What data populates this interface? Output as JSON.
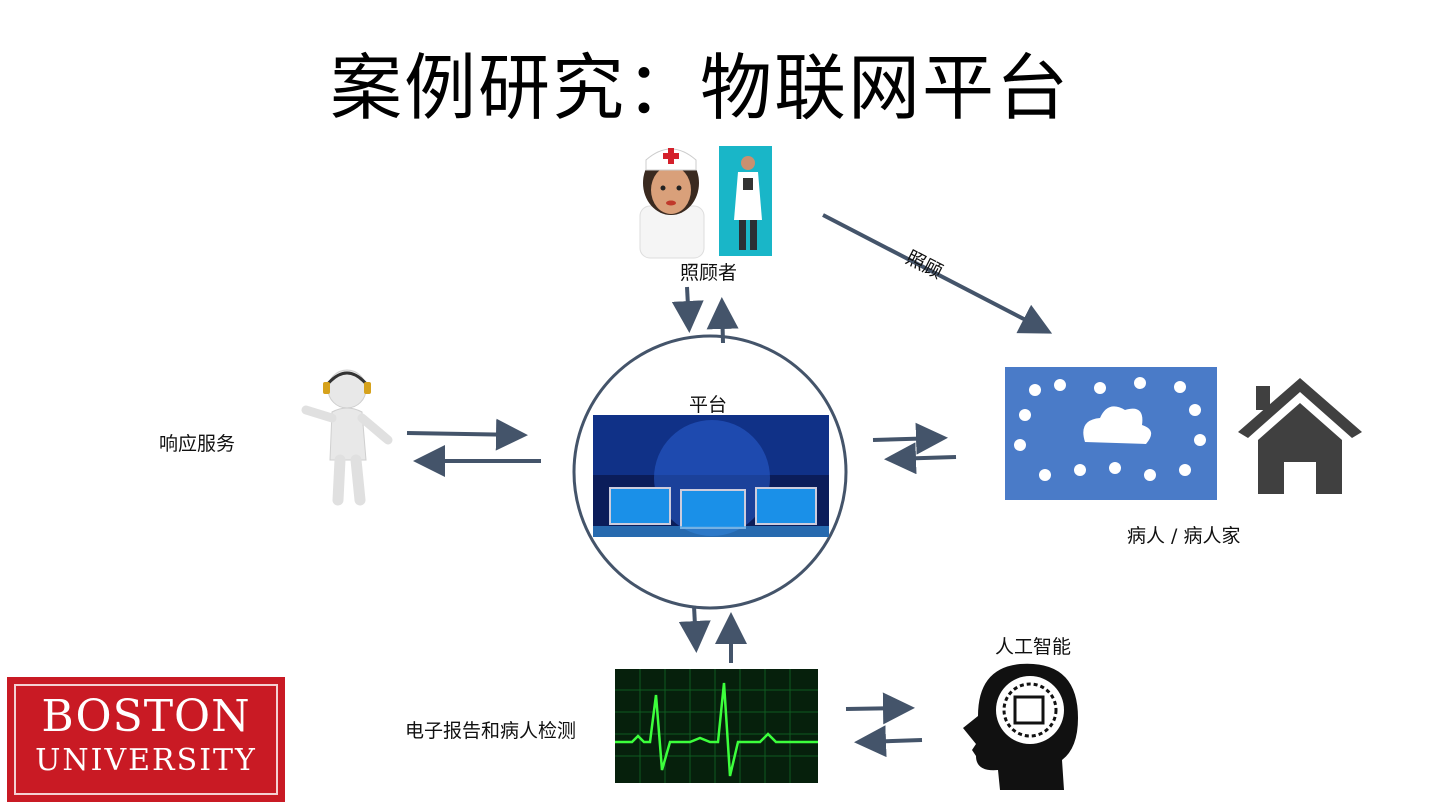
{
  "slide": {
    "title": "案例研究：物联网平台"
  },
  "nodes": {
    "caregiver_label": "照顾者",
    "care_arrow_label": "照顾",
    "platform_label": "平台",
    "response_label": "响应服务",
    "patient_label": "病人 / 病人家",
    "ehr_label": "电子报告和病人检测",
    "ai_label": "人工智能"
  },
  "logo": {
    "line1": "BOSTON",
    "line2": "UNIVERSITY"
  },
  "colors": {
    "arrow": "#44546a",
    "circle": "#44546a",
    "iot_panel": "#4a7bc8",
    "house": "#404040",
    "ecg_line": "#3cff3c",
    "bu_red": "#c91a24"
  }
}
